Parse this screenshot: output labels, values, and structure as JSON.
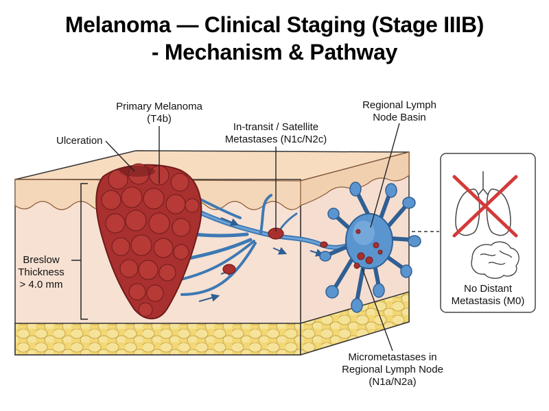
{
  "title": {
    "line1": "Melanoma — Clinical Staging (Stage IIIB)",
    "line2": "- Mechanism & Pathway"
  },
  "labels": {
    "primary": [
      "Primary Melanoma",
      "(T4b)"
    ],
    "ulceration": "Ulceration",
    "in_transit": [
      "In-transit / Satellite",
      "Metastases (N1c/N2c)"
    ],
    "lymph_basin": [
      "Regional Lymph",
      "Node Basin"
    ],
    "breslow": [
      "Breslow",
      "Thickness",
      "> 4.0 mm"
    ],
    "micrometastases": [
      "Micrometastases in",
      "Regional Lymph Node",
      "(N1a/N2a)"
    ],
    "no_distant": [
      "No Distant",
      "Metastasis (M0)"
    ]
  },
  "colors": {
    "tumor": "#a8302f",
    "tumor_dark": "#6e1b1b",
    "vessel": "#3d79b4",
    "node": "#5b95cf",
    "epidermis": "#f4d7b8",
    "dermis": "#f7e1d3",
    "fat": "#f2d774",
    "cross": "#d33a3a"
  }
}
